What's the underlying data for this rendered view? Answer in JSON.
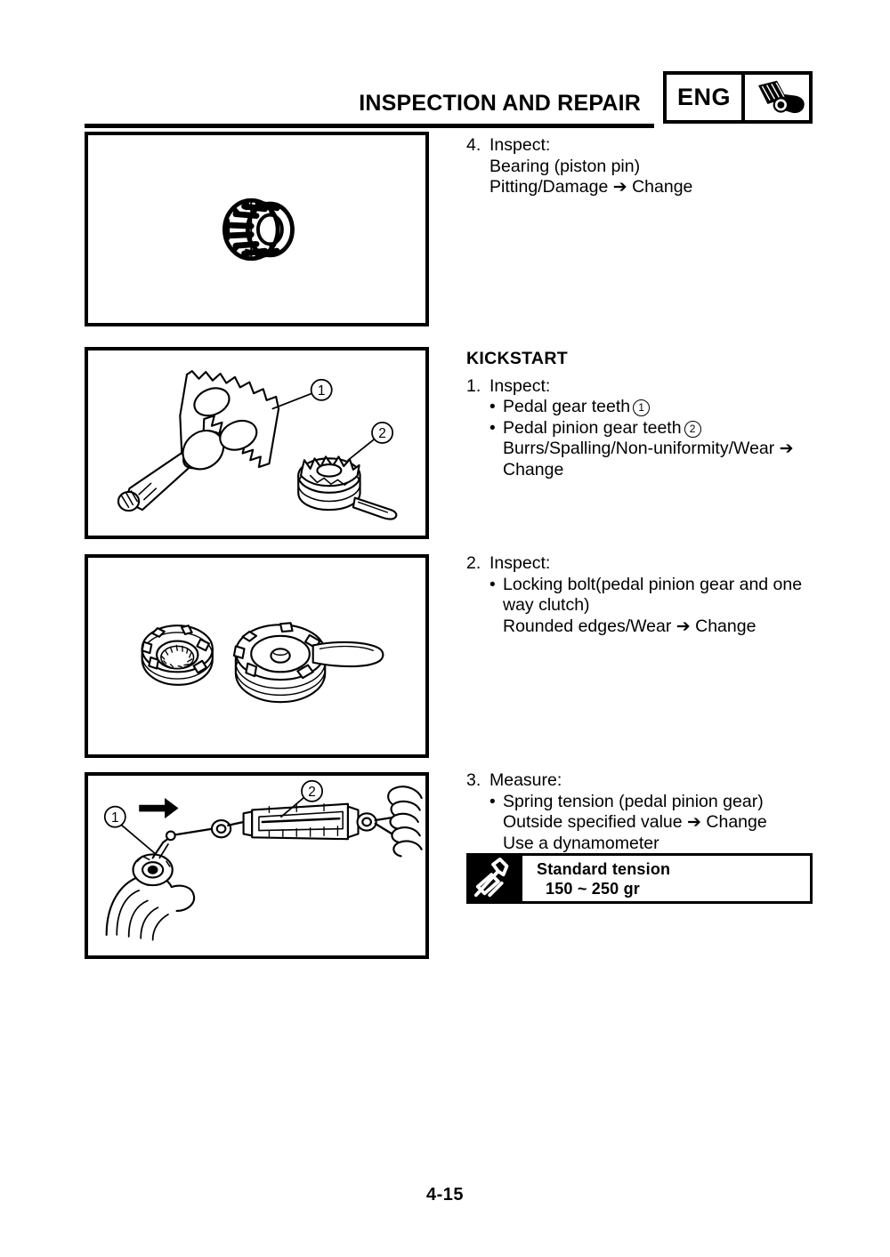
{
  "header": {
    "title": "INSPECTION AND REPAIR",
    "tab_label": "ENG",
    "tab_icon": "piston-connecting-rod-icon"
  },
  "footer": {
    "page_number": "4-15"
  },
  "panels": [
    {
      "name": "bearing-piston-pin-illustration",
      "caption": ""
    },
    {
      "name": "pedal-gear-and-pinion-illustration",
      "caption": ""
    },
    {
      "name": "locking-bolt-one-way-clutch-illustration",
      "caption": ""
    },
    {
      "name": "spring-tension-dynamometer-illustration",
      "caption": ""
    }
  ],
  "content": {
    "step4": {
      "number": "4.",
      "action": "Inspect:",
      "line1": "Bearing (piston pin)",
      "line2_condition": "Pitting/Damage",
      "line2_arrow": "➔",
      "line2_result": "Change"
    },
    "kickstart": {
      "heading": "KICKSTART",
      "step1": {
        "number": "1.",
        "action": "Inspect:",
        "bullet": "•",
        "item1_text": "Pedal gear teeth",
        "item1_callout": "1",
        "item2_text": "Pedal pinion gear teeth",
        "item2_callout": "2",
        "condition": "Burrs/Spalling/Non-uniformity/Wear",
        "arrow": "➔",
        "result": "Change"
      },
      "step2": {
        "number": "2.",
        "action": "Inspect:",
        "bullet": "•",
        "item1_text": "Locking bolt(pedal pinion gear and one",
        "item1_text_cont": "way  clutch)",
        "condition": "Rounded edges/Wear",
        "arrow": "➔",
        "result": "Change"
      },
      "step3": {
        "number": "3.",
        "action": "Measure:",
        "bullet": "•",
        "item1_text": "Spring tension (pedal pinion gear)",
        "condition": "Outside specified value",
        "arrow": "➔",
        "result": "Change",
        "note": "Use a dynamometer"
      }
    }
  },
  "spec_box": {
    "icon": "wrench-tool-icon",
    "label": "Standard tension",
    "value": "150 ~ 250 gr"
  },
  "callouts": {
    "panel2": [
      {
        "id": "1",
        "target": "pedal-gear-teeth"
      },
      {
        "id": "2",
        "target": "pedal-pinion-gear-teeth"
      }
    ],
    "panel4": [
      {
        "id": "1",
        "target": "pedal-pinion-gear"
      },
      {
        "id": "2",
        "target": "dynamometer-scale"
      }
    ]
  },
  "colors": {
    "ink": "#000000",
    "paper": "#ffffff"
  }
}
